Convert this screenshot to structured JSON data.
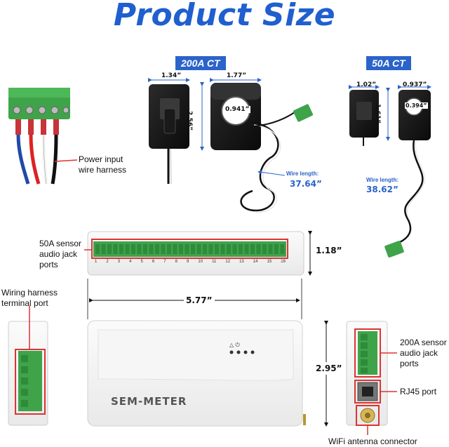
{
  "title": "Product Size",
  "ct200": {
    "badge": "200A CT",
    "width": "1.34”",
    "depth": "1.77”",
    "height": "2.56”",
    "hole": "0.941”",
    "wire_label": "Wire length:",
    "wire_length": "37.64”"
  },
  "ct50": {
    "badge": "50A CT",
    "width": "1.02”",
    "depth": "0.937”",
    "height": "1.61”",
    "hole": "0.394”",
    "wire_label": "Wire length:",
    "wire_length": "38.62”"
  },
  "harness": {
    "label_line1": "Power input",
    "label_line2": "wire harness"
  },
  "ports_strip": {
    "label_line1": "50A sensor",
    "label_line2": "audio jack",
    "label_line3": "ports",
    "height": "1.18”",
    "numbers": [
      "1",
      "2",
      "3",
      "4",
      "5",
      "6",
      "7",
      "8",
      "9",
      "10",
      "11",
      "12",
      "13",
      "14",
      "15",
      "16"
    ]
  },
  "main": {
    "width": "5.77”",
    "height": "2.95”",
    "brand": "SEM-METER"
  },
  "left_side": {
    "label_line1": "Wiring harness",
    "label_line2": "terminal port"
  },
  "right_side": {
    "ct_label_line1": "200A sensor",
    "ct_label_line2": "audio jack",
    "ct_label_line3": "ports",
    "rj45_label": "RJ45 port",
    "wifi_label": "WiFi antenna connector"
  }
}
